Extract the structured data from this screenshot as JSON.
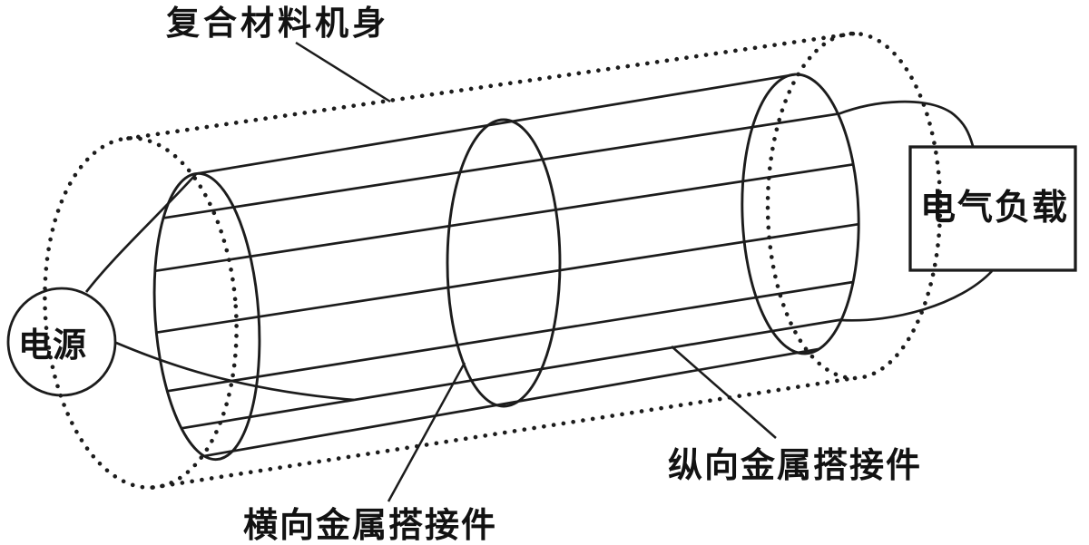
{
  "diagram": {
    "labels": {
      "fuselage": "复合材料机身",
      "power_source": "电源",
      "electrical_load": "电气负载",
      "transverse_strap": "横向金属搭接件",
      "longitudinal_strap": "纵向金属搭接件"
    },
    "nodes": [
      {
        "id": "composite-fuselage",
        "label": "复合材料机身",
        "shape": "dotted-cylinder"
      },
      {
        "id": "power-source",
        "label": "电源",
        "shape": "circle"
      },
      {
        "id": "electrical-load",
        "label": "电气负载",
        "shape": "rectangle"
      },
      {
        "id": "transverse-straps",
        "label": "横向金属搭接件",
        "shape": "ellipse-ring",
        "count": 3
      },
      {
        "id": "longitudinal-straps",
        "label": "纵向金属搭接件",
        "shape": "line",
        "count": 7
      }
    ],
    "colors": {
      "ink": "#1c1c1c",
      "background": "#ffffff"
    },
    "line_styles": {
      "fuselage_outline": "dotted",
      "straps_wires_leaders": "solid"
    }
  }
}
